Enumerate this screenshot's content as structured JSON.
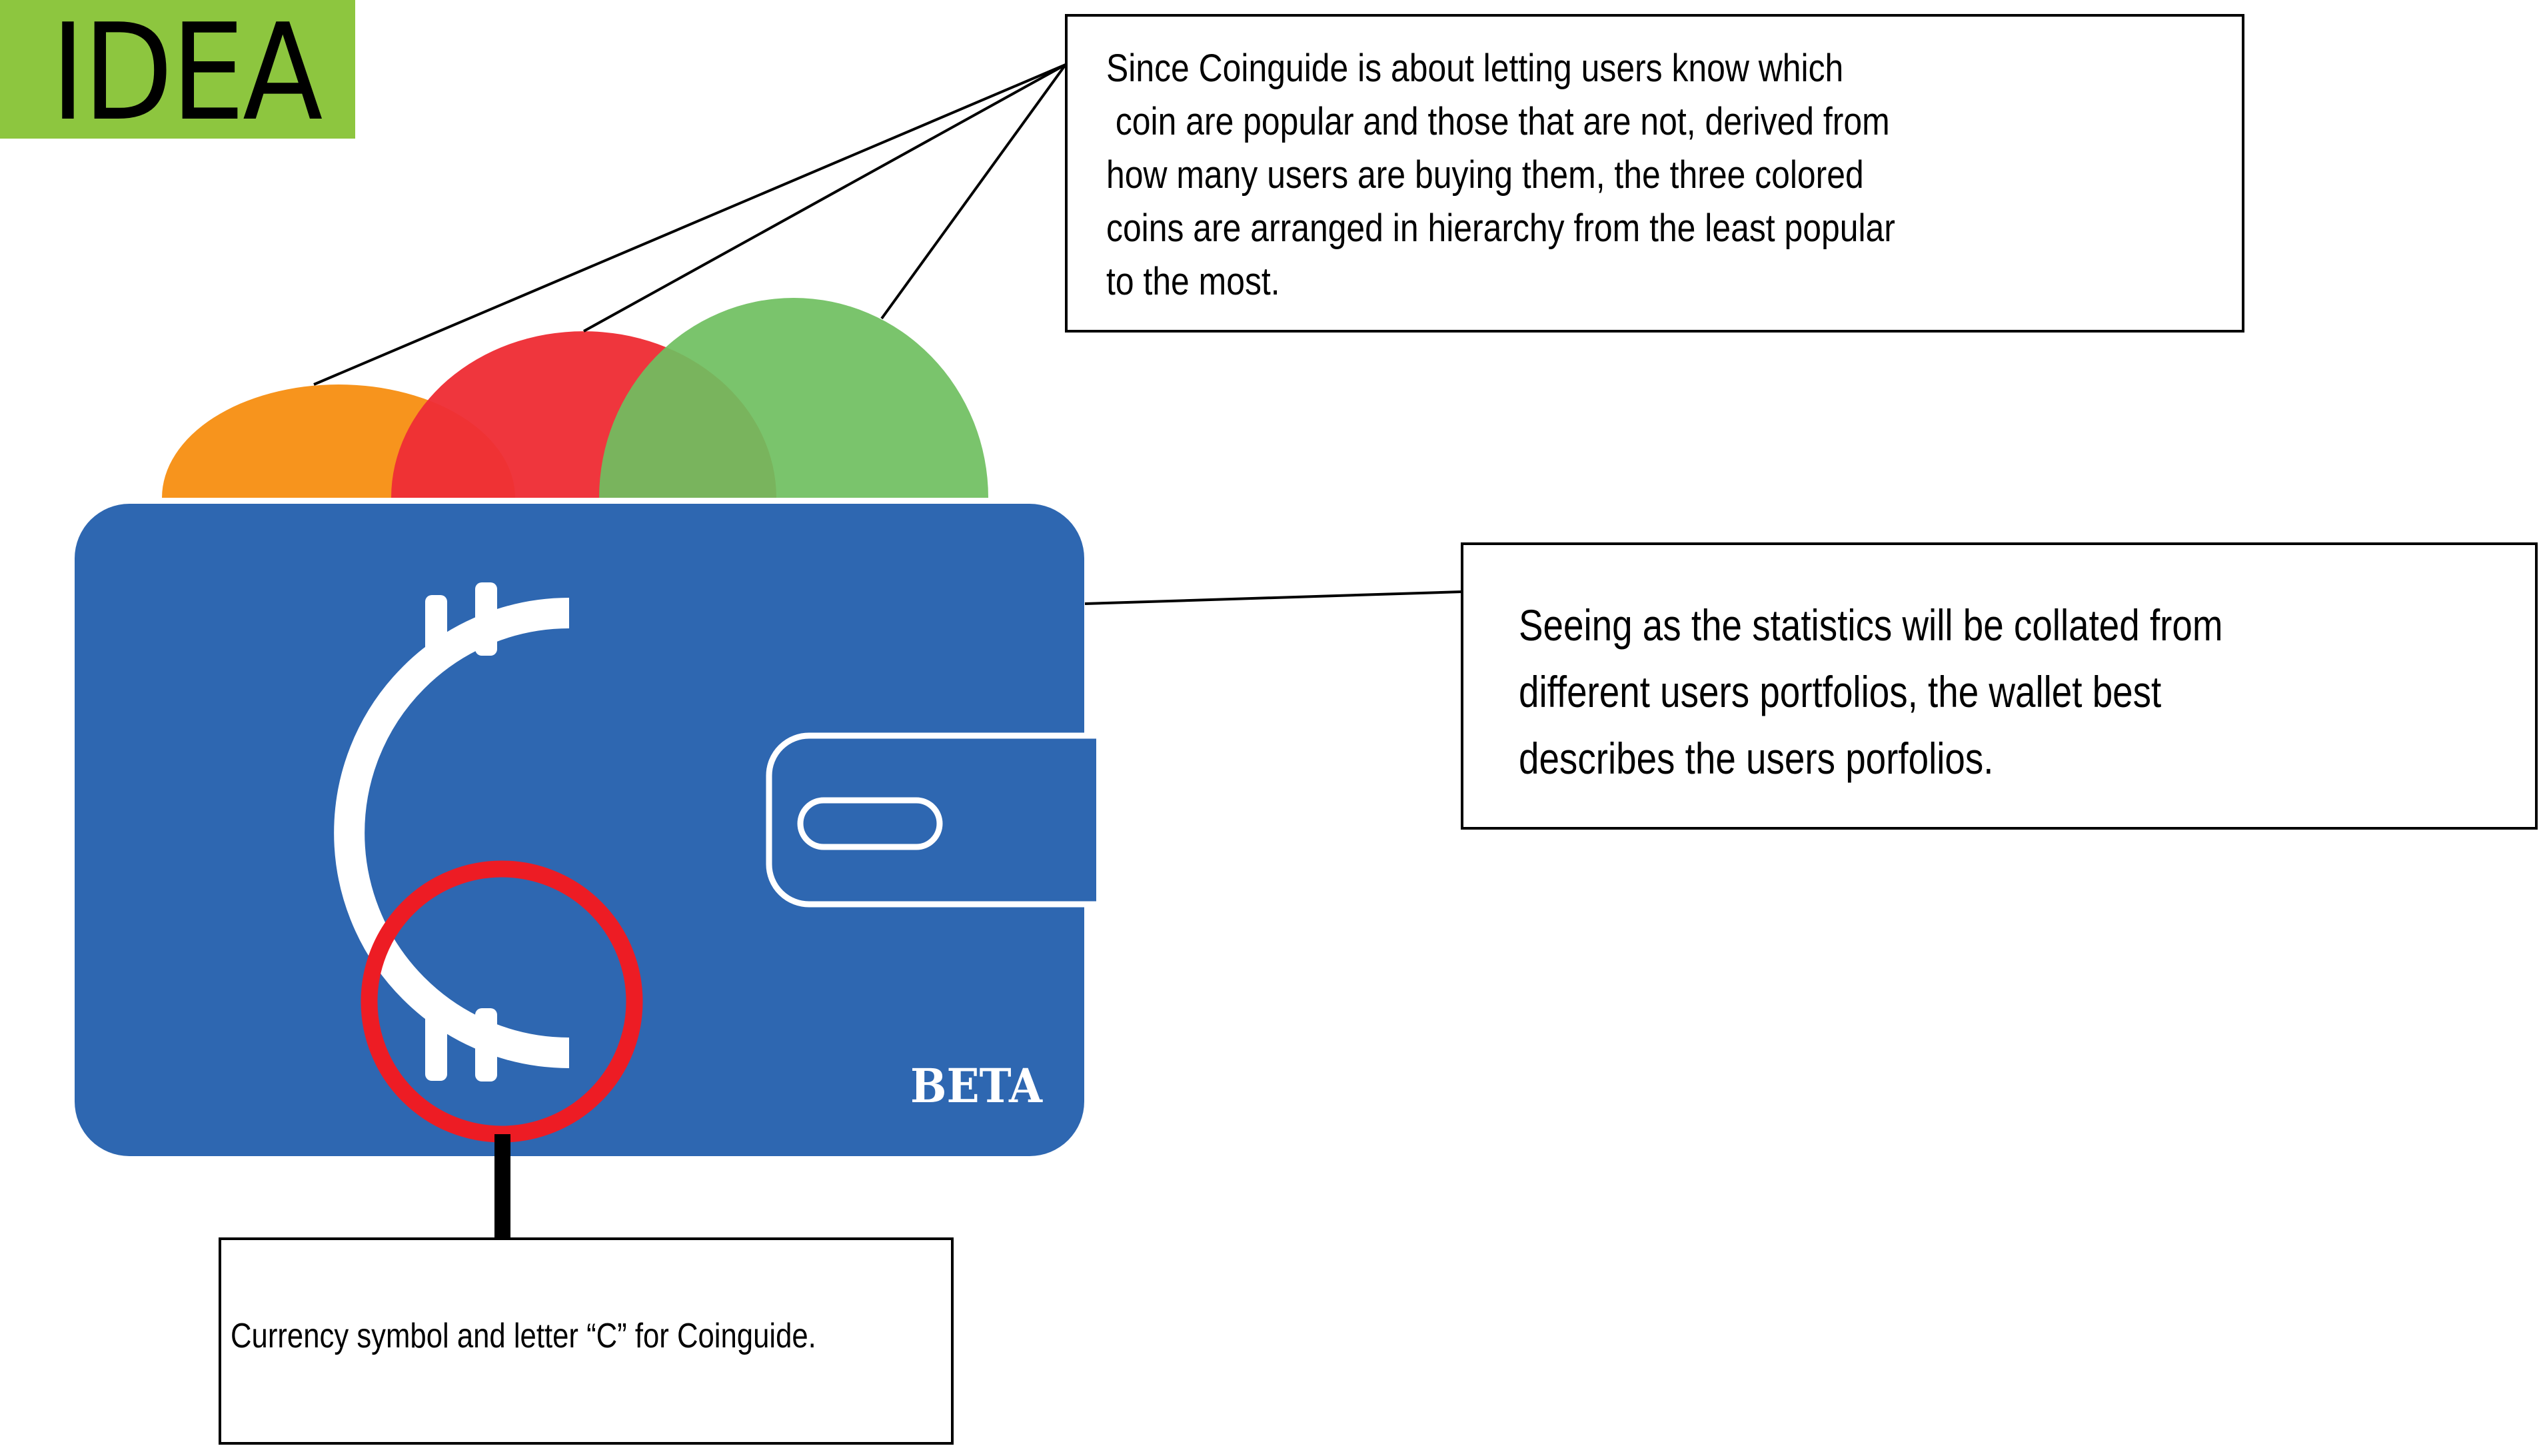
{
  "title_label": "IDEA",
  "colors": {
    "title_bg": "#8DC63F",
    "wallet": "#2E67B1",
    "coin_least": "#F7941D",
    "coin_mid": "#EE2E35",
    "coin_most": "#75C46C",
    "highlight_ring": "#ED1C24",
    "symbol": "#FFFFFF"
  },
  "wallet": {
    "badge": "BETA"
  },
  "coins": [
    {
      "name": "orange-coin",
      "rank": "least popular"
    },
    {
      "name": "red-coin",
      "rank": "middle"
    },
    {
      "name": "green-coin",
      "rank": "most popular"
    }
  ],
  "notes": {
    "coins_note": {
      "lines": [
        "Since Coinguide is about letting users know which",
        " coin are popular and those that are not, derived from",
        "how many users are buying them, the three colored",
        "coins are arranged in hierarchy from the least popular",
        "to the most."
      ]
    },
    "wallet_note": {
      "lines": [
        "Seeing as the statistics will be collated from",
        "different users portfolios, the wallet best",
        "describes the users porfolios."
      ]
    },
    "symbol_note": {
      "lines": [
        "Currency symbol and letter “C” for Coinguide."
      ]
    }
  }
}
